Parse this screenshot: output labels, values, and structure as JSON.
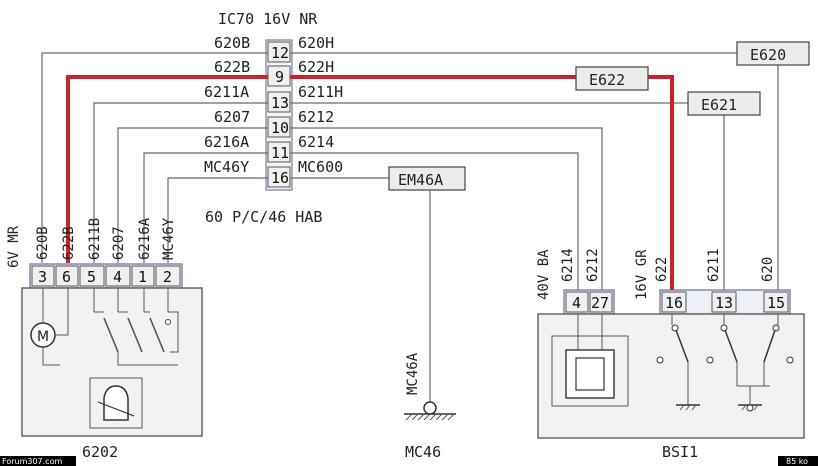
{
  "connector": {
    "title": "IC70  16V NR",
    "subtitle": "60 P/C/46 HAB",
    "rows": [
      {
        "pin": "12",
        "left": "620B",
        "right": "620H"
      },
      {
        "pin": "9",
        "left": "622B",
        "right": "622H"
      },
      {
        "pin": "13",
        "left": "6211A",
        "right": "6211H"
      },
      {
        "pin": "10",
        "left": "6207",
        "right": "6212"
      },
      {
        "pin": "11",
        "left": "6216A",
        "right": "6214"
      },
      {
        "pin": "16",
        "left": "MC46Y",
        "right": "MC600"
      }
    ]
  },
  "labels": {
    "e620": "E620",
    "e622": "E622",
    "e621": "E621",
    "em46a": "EM46A"
  },
  "module_6202": {
    "name": "6202",
    "connector_label": "6V MR",
    "wires": [
      "620B",
      "622B",
      "6211B",
      "6207",
      "6216A",
      "MC46Y"
    ],
    "pins": [
      "3",
      "6",
      "5",
      "4",
      "1",
      "2"
    ]
  },
  "ground_mc46": {
    "name": "MC46",
    "wire": "MC46A"
  },
  "module_bsi1": {
    "name": "BSI1",
    "connector_left_label": "40V BA",
    "wires_left": [
      "6214",
      "6212"
    ],
    "pins_left": [
      "4",
      "27"
    ],
    "connector_right_label": "16V GR",
    "wires_right": [
      "622",
      "6211",
      "620"
    ],
    "pins_right": [
      "16",
      "13",
      "15"
    ]
  },
  "footer": {
    "site": "Forum307.com",
    "size": "85 ko"
  },
  "colors": {
    "highlight": "#d0202a",
    "wire": "#6a6a6a",
    "connector_fill": "#ececec"
  }
}
